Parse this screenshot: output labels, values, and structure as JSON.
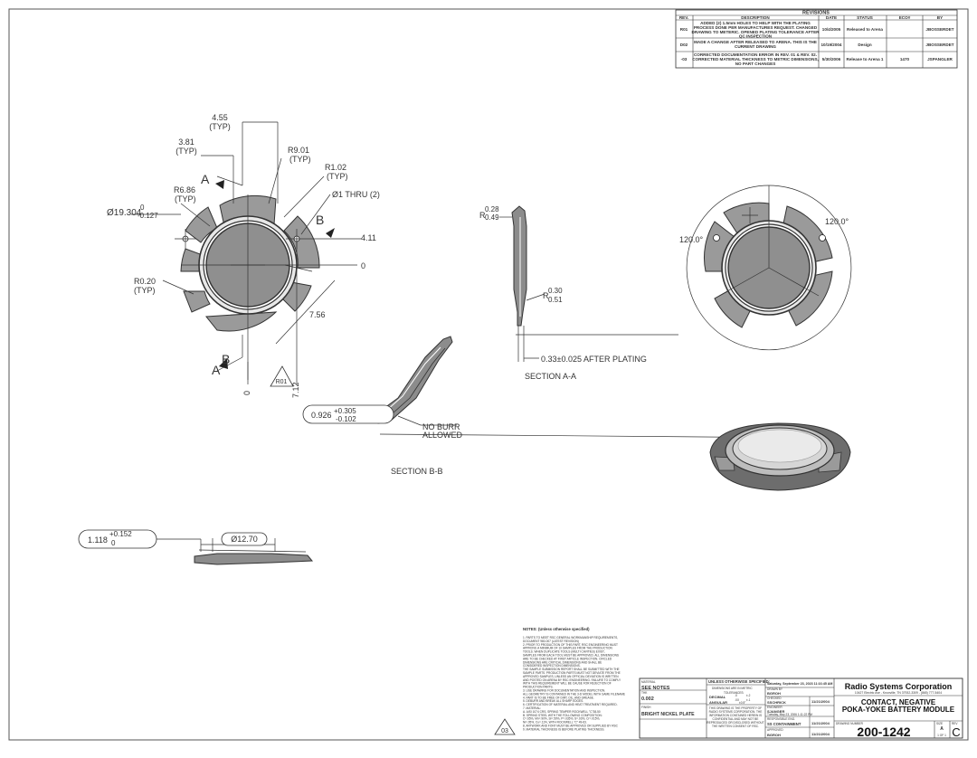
{
  "revisions": {
    "title": "REVISIONS",
    "headers": [
      "REV.",
      "DESCRIPTION",
      "DATE",
      "STATUS",
      "ECO#",
      "BY"
    ],
    "rows": [
      {
        "rev": "R01",
        "desc": [
          "ADDED (2) 1.5mm HOLES TO HELP WITH THE PLATING",
          "PROCESS DONE PER MANUFACTURES REQUEST. CHANGED",
          "DRAWING TO METERIC. OPENED PLATING TOLERANCE AFTER",
          "QC INSPECTION"
        ],
        "date": "10/4/2005",
        "status": "Released to Arena",
        "eco": "",
        "by": "JBOSSERDET"
      },
      {
        "rev": "D02",
        "desc": [
          "MADE A CHANGE AFTER RELEASED TO ARENA. THIS IS THE",
          "CURRENT DRAWING"
        ],
        "date": "10/19/2004",
        "status": "Design",
        "eco": "",
        "by": "JBOSSERDET"
      },
      {
        "rev": "-03",
        "desc": [
          "CORRECTED DOCUMENTATION ERROR IN REV. 01 & REV. 02.",
          "CORRECTED MATERIAL THICKNESS TO METRIC DIMENSIONS,",
          "NO PART CHANGES"
        ],
        "date": "5/30/2006",
        "status": "Release to Arena 1",
        "eco": "1470",
        "by": "JSPANGLER"
      }
    ]
  },
  "dims": {
    "d455": "4.55",
    "d455t": "(TYP)",
    "d381": "3.81",
    "d381t": "(TYP)",
    "r901": "R9.01",
    "r901t": "(TYP)",
    "r102": "R1.02",
    "r102t": "(TYP)",
    "r686": "R6.86",
    "r686t": "(TYP)",
    "hole": "Ø1 THRU (2)",
    "dia": "Ø19.304",
    "dia_up": "0",
    "dia_lo": "-0.127",
    "d411": "4.11",
    "d0r": "0",
    "r020": "R0.20",
    "r020t": "(TYP)",
    "d756": "7.56",
    "d712": "7.12",
    "d0b": "0",
    "secA": "A",
    "secB": "B",
    "rev_tag": "R01"
  },
  "sectionA": {
    "r_top": "R",
    "r_top_up": "0.28",
    "r_top_lo": "0.49",
    "r_bot": "R",
    "r_bot_up": "0.30",
    "r_bot_lo": "0.51",
    "thk": "0.33±0.025 AFTER PLATING",
    "label": "SECTION A-A"
  },
  "sectionB": {
    "dim": "0.926",
    "dim_up": "+0.305",
    "dim_lo": "-0.102",
    "burr1": "NO BURR",
    "burr2": "ALLOWED",
    "label": "SECTION B-B"
  },
  "right_view": {
    "ang_l": "120.0°",
    "ang_r": "120.0°"
  },
  "side_view": {
    "dim": "1.118",
    "dim_up": "+0.152",
    "dim_lo": "0",
    "dia": "Ø12.70"
  },
  "notes": {
    "title": "NOTES: (Unless otherwise specified)",
    "lines": [
      "1. PARTS TO MEET RSC GENERAL WORKMANSHIP REQUIREMENTS,",
      "   DOCUMENT 980-007 (LATEST REVISION)",
      "2. PRIOR TO PRODUCTION OF THIS PART, RSC ENGINEERING MUST",
      "   APPROVE A MINIMUM OF 10 SAMPLES FROM THE PRODUCTION",
      "   TOOLS. WHEN DUPLICATE TOOLS (MULTI CAVITIES) EXIST,",
      "   SAMPLES FROM EACH TOOL MUST BE APPROVED. ALL DIMENSIONS",
      "   ARE TO BE CHECKED AT FIRST ARTICLE INSPECTION. CIRCLED",
      "   DIMENSIONS ARE CRITICAL DIMENSIONS AND SHALL BE",
      "   CONSIDERED INSPECTION DIMENSIONS.",
      "   THE SAMPLE SUBMISSION REPORT SHALL BE SUBMITTED WITH THE",
      "   SAMPLE PARTS. PRODUCTION PARTS MUST NOT DEVIATE FROM THE",
      "   APPROVED SAMPLES, UNLESS AN OFFICIAL DEVIATION IS WRITTEN",
      "   AND POSTED ON ARENA BY RSC ENGINEERING. FAILURE TO COMPLY",
      "   WITH THIS REQUIREMENT WILL BE CAUSE FOR REJECTION OF",
      "   PRODUCTION PARTS.",
      "3. USE DRAWING FOR DOCUMENTATION AND INSPECTION.",
      "   ALL GEOMETRY IS CONTAINED IN THE 3-D MODEL WITH SAME FILENAME",
      "4. PART IS TO BE FREE OF DIRT, OIL, AND GREASE.",
      "5. DEBURR AND BREAK ALL SHARP EDGES.",
      "6. CERTIFICATION OF MATERIAL AND HEAT TREATMENT REQUIRED.",
      "7. MATERIAL:",
      "        A. AISI 1074 CRS, SPRING TEMPER ROCKWELL \"C\"38-50",
      "        B. SPRING STEEL WITH THE FOLLOWING COMPOSITION:",
      "           C=.65%, Mn=.90%, Si=.50%, P=.035%, S=.03%, Cr=.015%,",
      "           Ni=.05%, Cu=.11%, WITH ROCKWELL \"C\" 49-63.",
      "8. ARTWORK AND FONT MUST BE APPROVED OR SUPPLIED BY RSC",
      "9. MATERIAL THICKNESS IS BEFORE PLATING THICKNESS."
    ],
    "note_tag": "03"
  },
  "title_block": {
    "company": "Radio Systems Corporation",
    "address": "10427 Electric Ave - Knoxville, TN 37932-3309 - (865) 777-5404",
    "title1": "CONTACT, NEGATIVE",
    "title2": "POKA-YOKE BATTERY MODULE",
    "drawing_number": "200-1242",
    "rev": "C",
    "size": "A",
    "sheet": "1 OF 1",
    "material_label": "MATERIAL",
    "material": "SEE NOTES",
    "thickness_label": "THK",
    "thickness": "0.002",
    "finish_label": "FINISH",
    "finish": "BRIGHT NICKEL PLATE",
    "unless": "UNLESS OTHERWISE SPECIFIED:",
    "dims_in": "DIMENSIONS ARE IN METRIC",
    "tolerances": "TOLERANCES:",
    "decimal": "DECIMAL",
    "angular": "ANGULAR",
    "tol_x": ".X",
    "tol_x_val": "±.2",
    "tol_xx": ".XX",
    "tol_xx_val": "±.1",
    "tol_ang_val": "±0.5°",
    "drawn_label": "DRAWN BY",
    "drawn": "BGROH",
    "date_created": "Saturday, September 23, 2023 11:16:45 AM",
    "checked_label": "CHECKED",
    "checked": "SSCHRICK",
    "checked_date": "11/21/2004",
    "eng_label": "ENGINEER",
    "eng": "SJANGER",
    "eng_date": "Tuesday, May 23, 2006 1:11:22 PM",
    "resp_label": "RESPONSIBLE ENG.",
    "resp": "SS CONTAINMENT",
    "resp_date": "11/21/2004",
    "appr_label": "APPROVED",
    "appr": "BGROH",
    "appr_date": "11/21/2004",
    "prop": [
      "THIS DRAWING IS THE PROPERTY OF",
      "RADIO SYSTEMS CORPORATION. THE",
      "INFORMATION CONTAINED HEREIN IS",
      "CONFIDENTIAL AND MAY NOT BE",
      "REPRODUCED OR DISCLOSED WITHOUT",
      "THE WRITTEN CONSENT OF RSC."
    ],
    "dwg_no_label": "DRAWING NUMBER",
    "rev_label": "REV",
    "size_label": "SIZE",
    "scale_label": "SCALE",
    "sheet_label": "SHEET"
  }
}
